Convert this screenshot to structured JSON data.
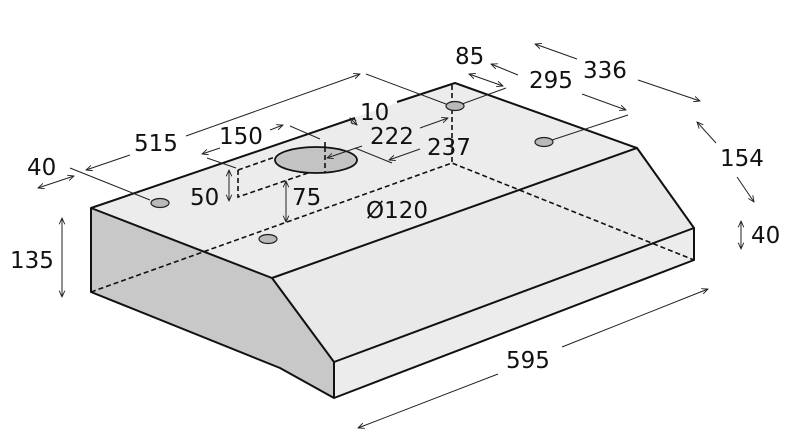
{
  "drawing": {
    "subject": "Range hood dimension drawing",
    "colors": {
      "top_face": "#ececec",
      "front_face": "#ebebeb",
      "side_face": "#c8c8c8",
      "duct": "#c3c3c3",
      "line": "#111111",
      "background": "#ffffff"
    },
    "dimensions": {
      "d40_left": "40",
      "d515": "515",
      "d150": "150",
      "d10": "10",
      "d222": "222",
      "d237": "237",
      "d85": "85",
      "d295": "295",
      "d336": "336",
      "d154": "154",
      "d40_right": "40",
      "d50": "50",
      "d75": "75",
      "d120": "Ø120",
      "d135": "135",
      "d595": "595"
    }
  }
}
